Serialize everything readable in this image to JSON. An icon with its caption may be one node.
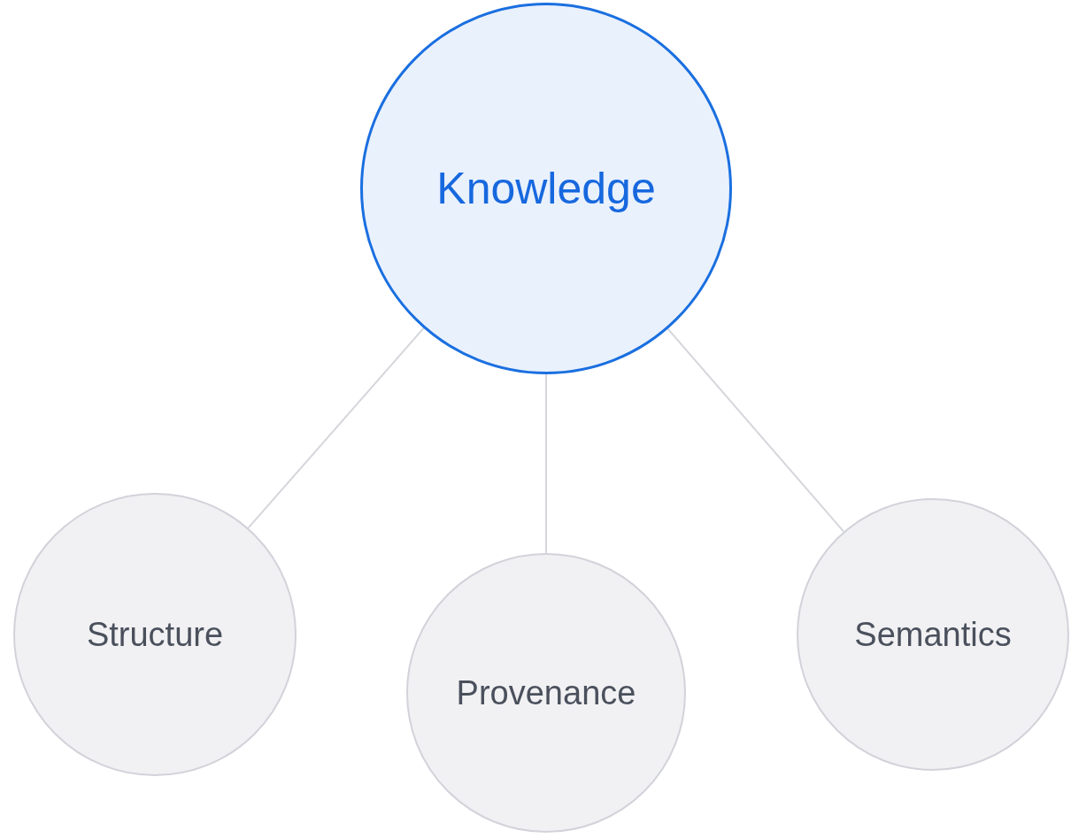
{
  "diagram": {
    "nodes": [
      {
        "text": [
          "Knowledge"
        ]
      },
      {
        "text": [
          "Structure"
        ]
      },
      {
        "text": [
          "Provenance"
        ]
      },
      {
        "text": [
          "Semantics"
        ]
      }
    ],
    "edges": [
      {
        "from": 0,
        "to": 1,
        "arrow": "none"
      },
      {
        "from": 0,
        "to": 2,
        "arrow": "none"
      },
      {
        "from": 0,
        "to": 3,
        "arrow": "none"
      }
    ]
  }
}
